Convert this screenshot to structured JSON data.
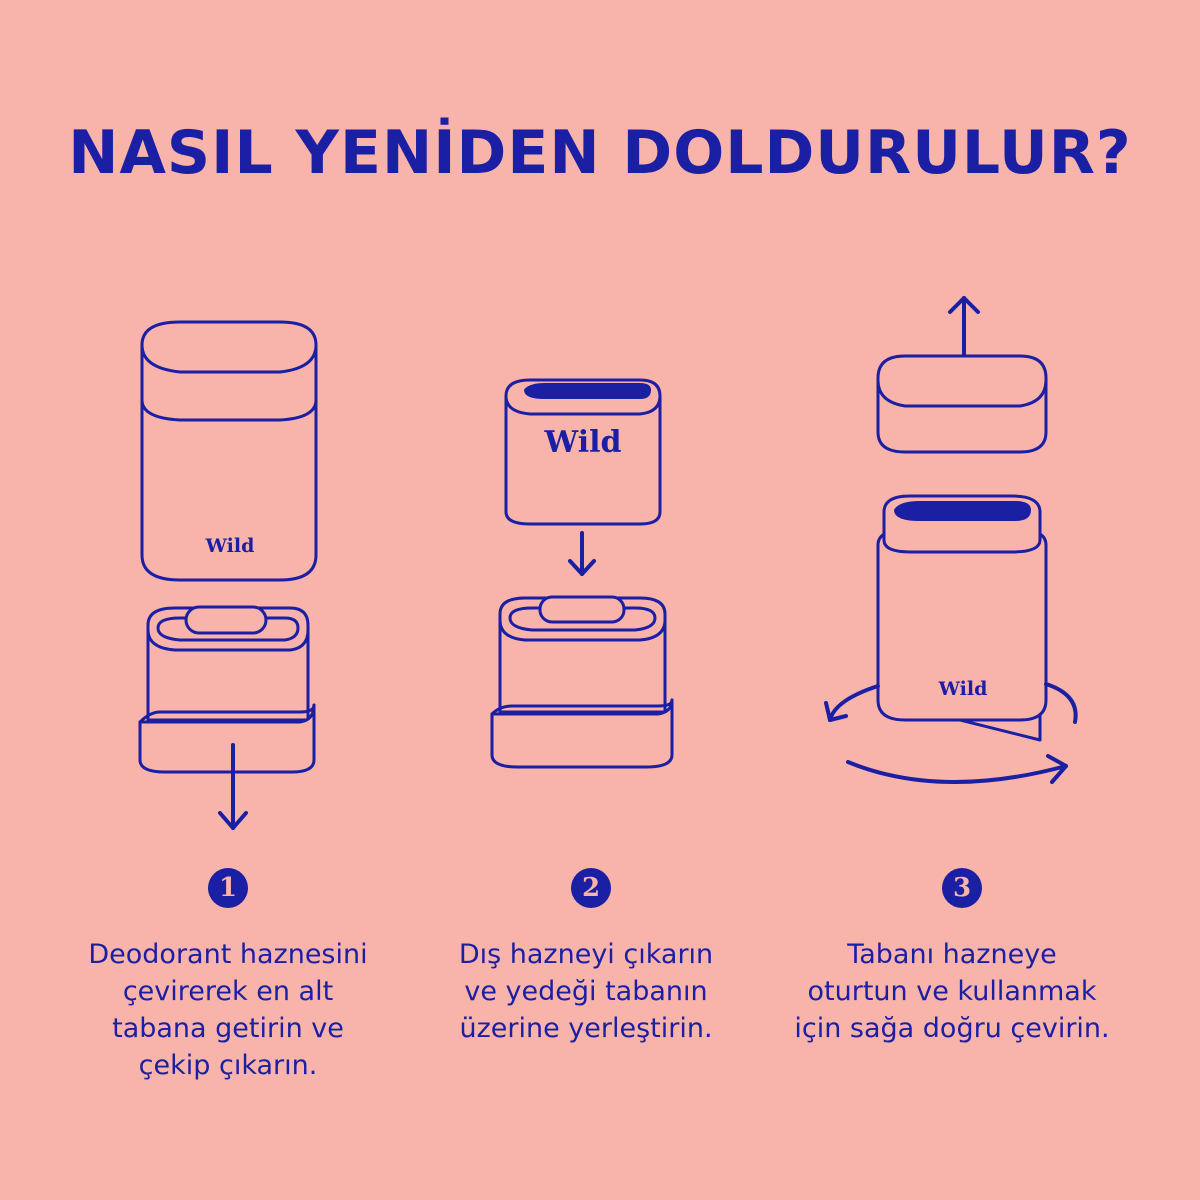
{
  "title": "NASIL YENİDEN DOLDURULUR?",
  "brand": "Wild",
  "colors": {
    "background": "#f8b3ab",
    "ink": "#1a1fa3"
  },
  "steps": [
    {
      "number": "1",
      "text": "Deodorant haznesini\nçevirerek en alt\ntabana getirin ve\nçekip çıkarın."
    },
    {
      "number": "2",
      "text": "Dış hazneyi çıkarın\nve yedeği tabanın\nüzerine yerleştirin."
    },
    {
      "number": "3",
      "text": "Tabanı hazneye\noturtun ve kullanmak\niçin sağa doğru çevirin."
    }
  ],
  "icons": [
    "arrow-down-icon",
    "arrow-up-icon",
    "rotate-arrows-icon"
  ]
}
